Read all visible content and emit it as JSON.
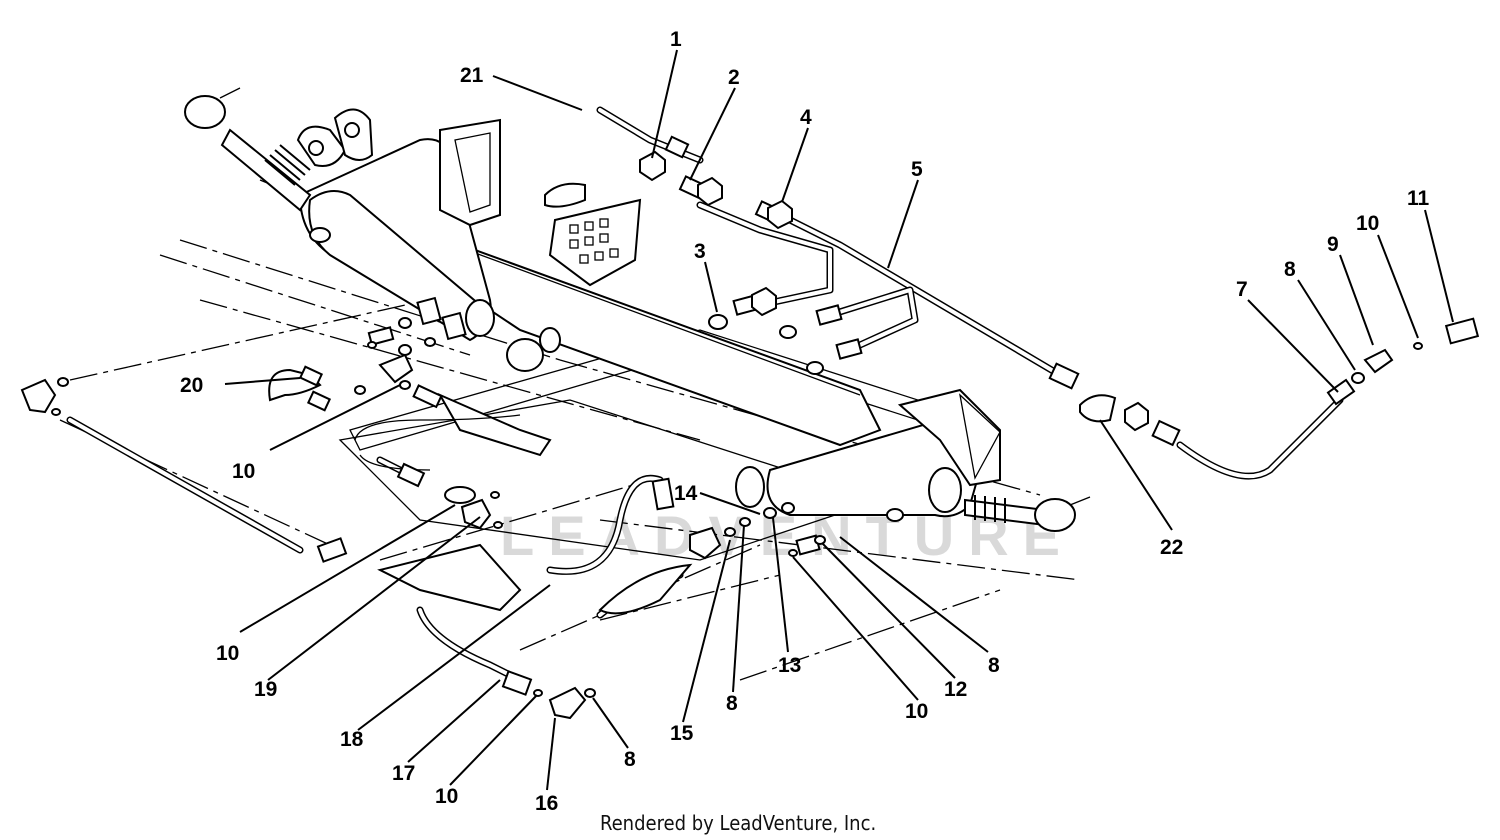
{
  "footer": "Rendered by LeadVenture, Inc.",
  "watermark": "LEADVENTURE",
  "callouts": [
    {
      "id": "c1",
      "label": "1"
    },
    {
      "id": "c2",
      "label": "2"
    },
    {
      "id": "c3",
      "label": "3"
    },
    {
      "id": "c4",
      "label": "4"
    },
    {
      "id": "c5",
      "label": "5"
    },
    {
      "id": "c7",
      "label": "7"
    },
    {
      "id": "c8a",
      "label": "8"
    },
    {
      "id": "c9",
      "label": "9"
    },
    {
      "id": "c10a",
      "label": "10"
    },
    {
      "id": "c11",
      "label": "11"
    },
    {
      "id": "c20",
      "label": "20"
    },
    {
      "id": "c10b",
      "label": "10"
    },
    {
      "id": "c21",
      "label": "21"
    },
    {
      "id": "c22",
      "label": "22"
    },
    {
      "id": "c14",
      "label": "14"
    },
    {
      "id": "c10c",
      "label": "10"
    },
    {
      "id": "c19",
      "label": "19"
    },
    {
      "id": "c18",
      "label": "18"
    },
    {
      "id": "c17",
      "label": "17"
    },
    {
      "id": "c10d",
      "label": "10"
    },
    {
      "id": "c16",
      "label": "16"
    },
    {
      "id": "c8b",
      "label": "8"
    },
    {
      "id": "c15",
      "label": "15"
    },
    {
      "id": "c8c",
      "label": "8"
    },
    {
      "id": "c13",
      "label": "13"
    },
    {
      "id": "c10e",
      "label": "10"
    },
    {
      "id": "c12",
      "label": "12"
    },
    {
      "id": "c8d",
      "label": "8"
    }
  ]
}
